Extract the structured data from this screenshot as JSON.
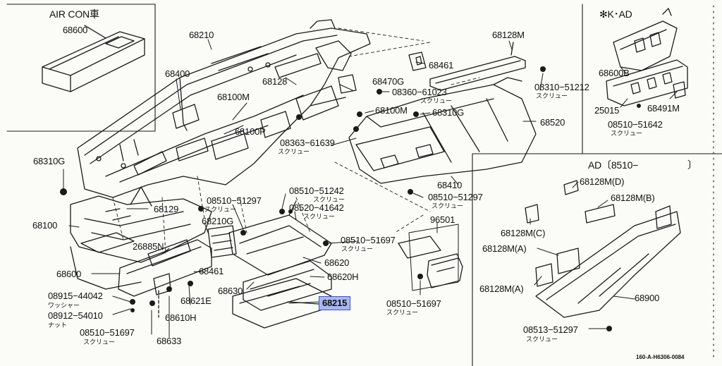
{
  "sections": {
    "air_con": "AIR CON車",
    "k_ad": "✻K･AD",
    "ad_8510": "AD〔8510−",
    "ad_close": "〕"
  },
  "parts": {
    "p68600": "68600",
    "p68210": "68210",
    "p68400": "68400",
    "p68128": "68128",
    "p68100M": "68100M",
    "p68100P": "68100P",
    "p68310G_left": "68310G",
    "p68100": "68100",
    "p68129": "68129",
    "p68210G": "68210G",
    "p26885N": "26885N",
    "p68600_": "68600",
    "p68461_low": "68461",
    "p68621E": "68621E",
    "p68610H": "68610H",
    "p68633": "68633",
    "p68630": "68630",
    "p68620": "68620",
    "p68620H": "68620H",
    "p68215": "68215",
    "p68128M_top": "68128M",
    "p68461_top": "68461",
    "p68470G": "68470G",
    "p68100M_b": "68100M",
    "p68310G_mid": "68310G",
    "p68520": "68520",
    "p68410": "68410",
    "p96501": "96501",
    "p68600B": "68600B",
    "p25015": "25015",
    "p68491M": "68491M",
    "p68128MD": "68128M(D)",
    "p68128MB": "68128M(B)",
    "p68128MC": "68128M(C)",
    "p68128MA1": "68128M(A)",
    "p68128MA2": "68128M(A)",
    "p68900": "68900"
  },
  "fasteners": {
    "f08360": "08360−61023",
    "f08360_s": "スクリュー",
    "f08310": "08310−51212",
    "f08310_s": "スクリュー",
    "f08363": "08363−61639",
    "f08363_s": "スクリュー",
    "f08510_51242": "08510−51242",
    "f08510_51242_s": "スクリュー",
    "f08510_51297_a": "08510−51297",
    "f08510_51297_a_s": "スクリュー",
    "f08520": "08520−41642",
    "f08520_s": "スクリュー",
    "f08510_51697_a": "08510−51697",
    "f08510_51697_a_s": "スクリュー",
    "f08510_51297_b": "08510−51297",
    "f08510_51297_b_s": "スクリュー",
    "f08510_51697_b": "08510−51697",
    "f08510_51697_b_s": "スクリュー",
    "f08915": "08915−44042",
    "f08915_s": "ワッシャー",
    "f08912": "08912−54010",
    "f08912_s": "ナット",
    "f08510_51697_c": "08510−51697",
    "f08510_51697_c_s": "スクリュー",
    "f08510_51642": "08510−51642",
    "f08510_51642_s": "スクリュー",
    "f08513": "08513−51297",
    "f08513_s": "スクリュー"
  },
  "ref_code": "160-A-H6306-0084",
  "colors": {
    "ink": "#1a1a1a",
    "highlight": "#a9b6f2",
    "highlight_border": "#3f51c4",
    "paper": "#fbfbf7"
  }
}
